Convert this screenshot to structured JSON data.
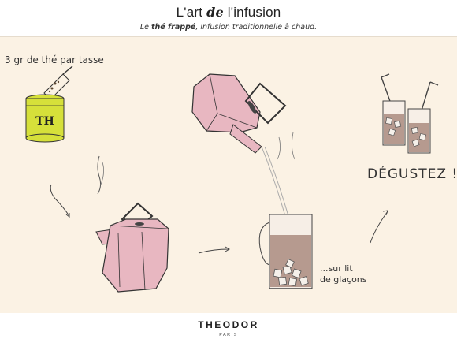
{
  "header": {
    "title_pre": "L'art ",
    "title_em": "de",
    "title_post": " l'infusion",
    "subtitle_pre": "Le ",
    "subtitle_bold": "thé frappé",
    "subtitle_post": ", infusion traditionnelle à chaud."
  },
  "steps": {
    "dose": "3 gr de thé par tasse",
    "tin_logo": "TH",
    "ice_line1": "...sur lit",
    "ice_line2": "de glaçons",
    "enjoy": "DÉGUSTEZ !"
  },
  "footer": {
    "brand": "THEODOR",
    "city": "PARIS"
  },
  "colors": {
    "paper": "#fbf2e4",
    "kettle_pink": "#e8b7c1",
    "tin_yellow": "#d6e03a",
    "tea_brown": "#b69a8f",
    "ink": "#333333"
  }
}
